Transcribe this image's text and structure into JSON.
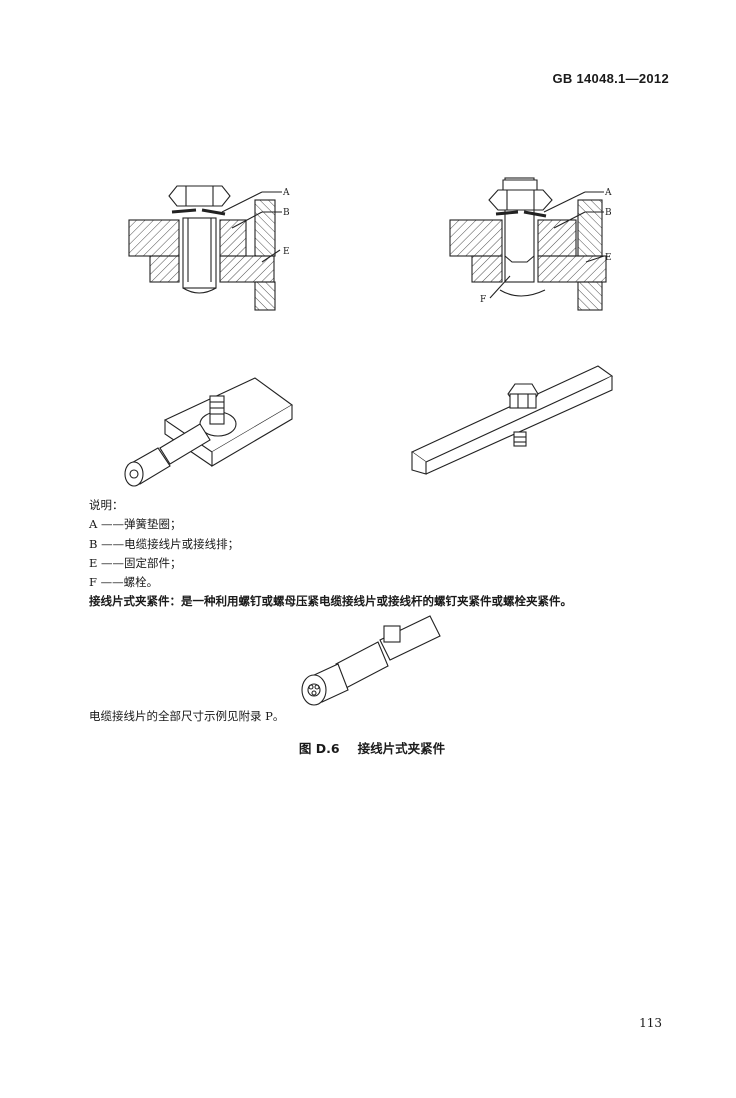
{
  "header": {
    "standard_code": "GB 14048.1—2012"
  },
  "figures": {
    "left_labels": {
      "a": "A",
      "b": "B",
      "e": "E"
    },
    "right_labels": {
      "a": "A",
      "b": "B",
      "e": "E",
      "f": "F"
    }
  },
  "legend": {
    "title": "说明：",
    "items": [
      {
        "key": "A",
        "text": "A ——弹簧垫圈；"
      },
      {
        "key": "B",
        "text": "B ——电缆接线片或接线排；"
      },
      {
        "key": "E",
        "text": "E ——固定部件；"
      },
      {
        "key": "F",
        "text": "F ——螺栓。"
      }
    ],
    "definition": "接线片式夹紧件：是一种利用螺钉或螺母压紧电缆接线片或接线杆的螺钉夹紧件或螺栓夹紧件。"
  },
  "note": "电缆接线片的全部尺寸示例见附录 P。",
  "caption": {
    "number": "图 D.6",
    "title": "接线片式夹紧件"
  },
  "page_number": "113",
  "colors": {
    "ink": "#1a1a1a",
    "paper": "#ffffff"
  }
}
